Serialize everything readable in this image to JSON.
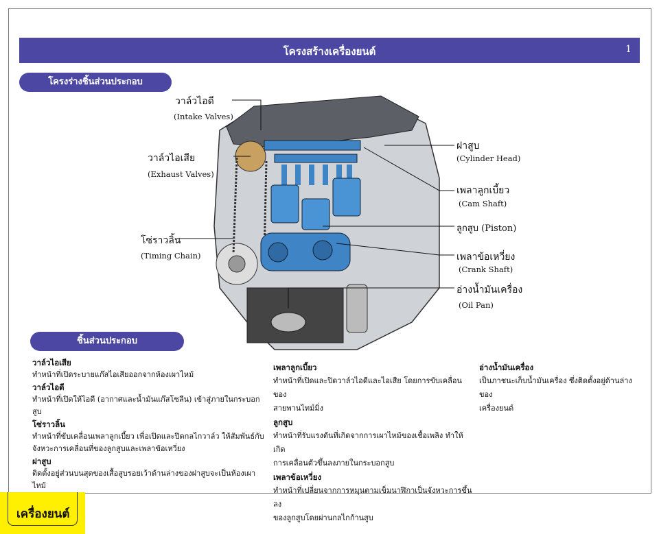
{
  "header": {
    "title": "โครงสร้างเครื่องยนต์",
    "page_number": "1"
  },
  "section_structure": "โครงร่างชิ้นส่วนประกอบ",
  "section_parts": "ชิ้นส่วนประกอบ",
  "labels": {
    "intake_th": "วาล์วไอดี",
    "intake_en": "(Intake Valves)",
    "exhaust_th": "วาล์วไอเสีย",
    "exhaust_en": "(Exhaust Valves)",
    "chain_th": "โซ่ราวลิ้น",
    "chain_en": "(Timing Chain)",
    "head_th": "ฝาสูบ",
    "head_en": "(Cylinder Head)",
    "cam_th": "เพลาลูกเบี้ยว",
    "cam_en": "(Cam Shaft)",
    "piston": "ลูกสูบ (Piston)",
    "crank_th": "เพลาข้อเหวี่ยง",
    "crank_en": "(Crank Shaft)",
    "oilpan_th": "อ่างน้ำมันเครื่อง",
    "oilpan_en": "(Oil Pan)"
  },
  "parts": [
    {
      "name": "วาล์วไอเสีย",
      "desc": [
        "ทำหน้าที่เปิดระบายแก๊สไอเสียออกจากห้องเผาไหม้"
      ]
    },
    {
      "name": "วาล์วไอดี",
      "desc": [
        "ทำหน้าที่เปิดให้ไอดี (อากาศและน้ำมันแก๊สโซลีน) เข้าสู่ภายในกระบอกสูบ"
      ]
    },
    {
      "name": "โซ่ราวลิ้น",
      "desc": [
        "ทำหน้าที่ขับเคลื่อนเพลาลูกเบี้ยว เพื่อเปิดและปิดกลไกวาล์ว ให้สัมพันธ์กับ",
        "จังหวะการเคลื่อนที่ของลูกสูบและเพลาข้อเหวี่ยง"
      ]
    },
    {
      "name": "ฝาสูบ",
      "desc": [
        "ติดตั้งอยู่ส่วนบนสุดของเสื้อสูบรอยเว้าด้านล่างของฝาสูบจะเป็นห้องเผาไหม้"
      ]
    },
    {
      "name": "เพลาลูกเบี้ยว",
      "desc": [
        "ทำหน้าที่เปิดและปิดวาล์วไอดีและไอเสีย โดยการขับเคลื่อนของ",
        "สายพานไทม์มิ่ง"
      ]
    },
    {
      "name": "ลูกสูบ",
      "desc": [
        "ทำหน้าที่รับแรงดันที่เกิดจากการเผาไหม้ของเชื้อเพลิง ทำให้เกิด",
        "การเคลื่อนตัวขึ้นลงภายในกระบอกสูบ"
      ]
    },
    {
      "name": "เพลาข้อเหวี่ยง",
      "desc": [
        "ทำหน้าที่เปลี่ยนจากการหมุนตามเข็มนาฬิกาเป็นจังหวะการขึ้นลง",
        "ของลูกสูบโดยผ่านกลไกก้านสูบ"
      ]
    },
    {
      "name": "อ่างน้ำมันเครื่อง",
      "desc": [
        "เป็นภาชนะเก็บน้ำมันเครื่อง ซึ่งติดตั้งอยู่ด้านล่างของ",
        "เครื่องยนต์"
      ]
    }
  ],
  "footer_tab": "เครื่องยนต์",
  "colors": {
    "accent": "#4b47a3",
    "tab": "#ffef00",
    "part_blue": "#3f84c4"
  }
}
